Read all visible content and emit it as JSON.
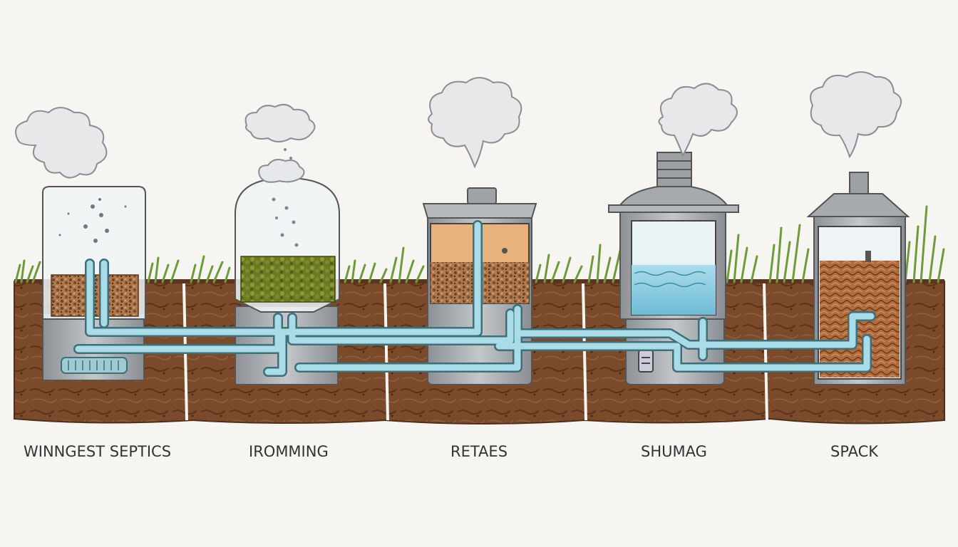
{
  "stages": [
    {
      "id": "stage-1",
      "label": "WINNGEST SEPTICS",
      "contents": "gravel",
      "fill_color": "#9a6a45"
    },
    {
      "id": "stage-2",
      "label": "IROMMING",
      "contents": "green-pellets",
      "fill_color": "#7a8a2c"
    },
    {
      "id": "stage-3",
      "label": "RETAES",
      "contents": "gravel",
      "fill_color": "#8a5a35"
    },
    {
      "id": "stage-4",
      "label": "SHUMAG",
      "contents": "water",
      "fill_color": "#8ecfe3"
    },
    {
      "id": "stage-5",
      "label": "SPACK",
      "contents": "fibrous-media",
      "fill_color": "#a5653a"
    }
  ],
  "colors": {
    "soil": "#6e4125",
    "soil_dark": "#4f2d18",
    "grass": "#6f9a3a",
    "pipe": "#a9dce6",
    "pipe_edge": "#3f6f7a",
    "metal": "#a4a7aa",
    "steam": "#e6e8ea"
  }
}
